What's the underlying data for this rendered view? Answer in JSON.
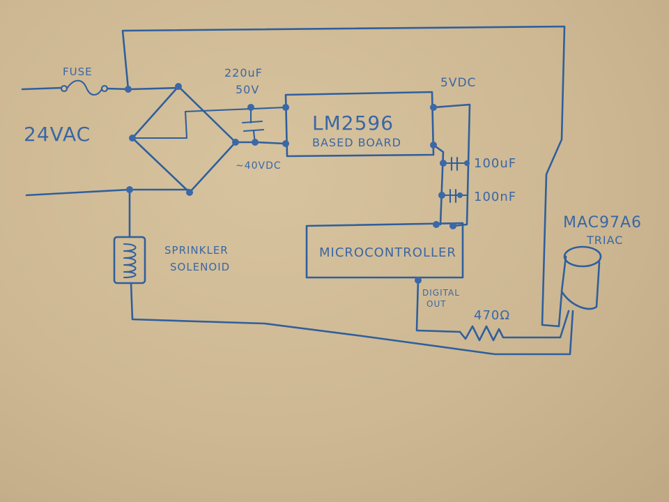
{
  "labels": {
    "fuse": "FUSE",
    "input_voltage": "24VAC",
    "cap_value": "220uF",
    "cap_voltage": "50V",
    "dc_voltage": "~40VDC",
    "reg_title": "LM2596",
    "reg_subtitle": "BASED BOARD",
    "out_voltage": "5VDC",
    "cap1": "100uF",
    "cap2": "100nF",
    "triac_part": "MAC97A6",
    "triac_type": "TRIAC",
    "solenoid_line1": "SPRINKLER",
    "solenoid_line2": "SOLENOID",
    "mcu": "MICROCONTROLLER",
    "digital_line1": "DIGITAL",
    "digital_line2": "OUT",
    "resistor": "470Ω"
  },
  "colors": {
    "ink": "#2f5f9c",
    "board": "#cdb893"
  }
}
